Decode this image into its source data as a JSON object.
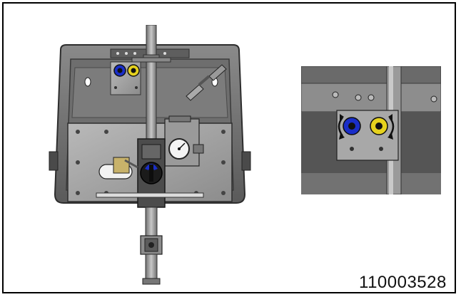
{
  "figure": {
    "document_number": "110003528"
  },
  "main_view": {
    "icon": "mounting-panel-assembly-icon",
    "components": [
      "lower-frame",
      "mounting-plate",
      "vertical-pipe",
      "pressure-gauge",
      "regulator",
      "rotary-valve-knob",
      "ball-valve",
      "push-to-connect-fittings"
    ]
  },
  "detail_view": {
    "icon": "fitting-detail-icon",
    "colors": {
      "blue_fitting": "#1a2ec8",
      "yellow_fitting": "#e6d21e"
    }
  }
}
